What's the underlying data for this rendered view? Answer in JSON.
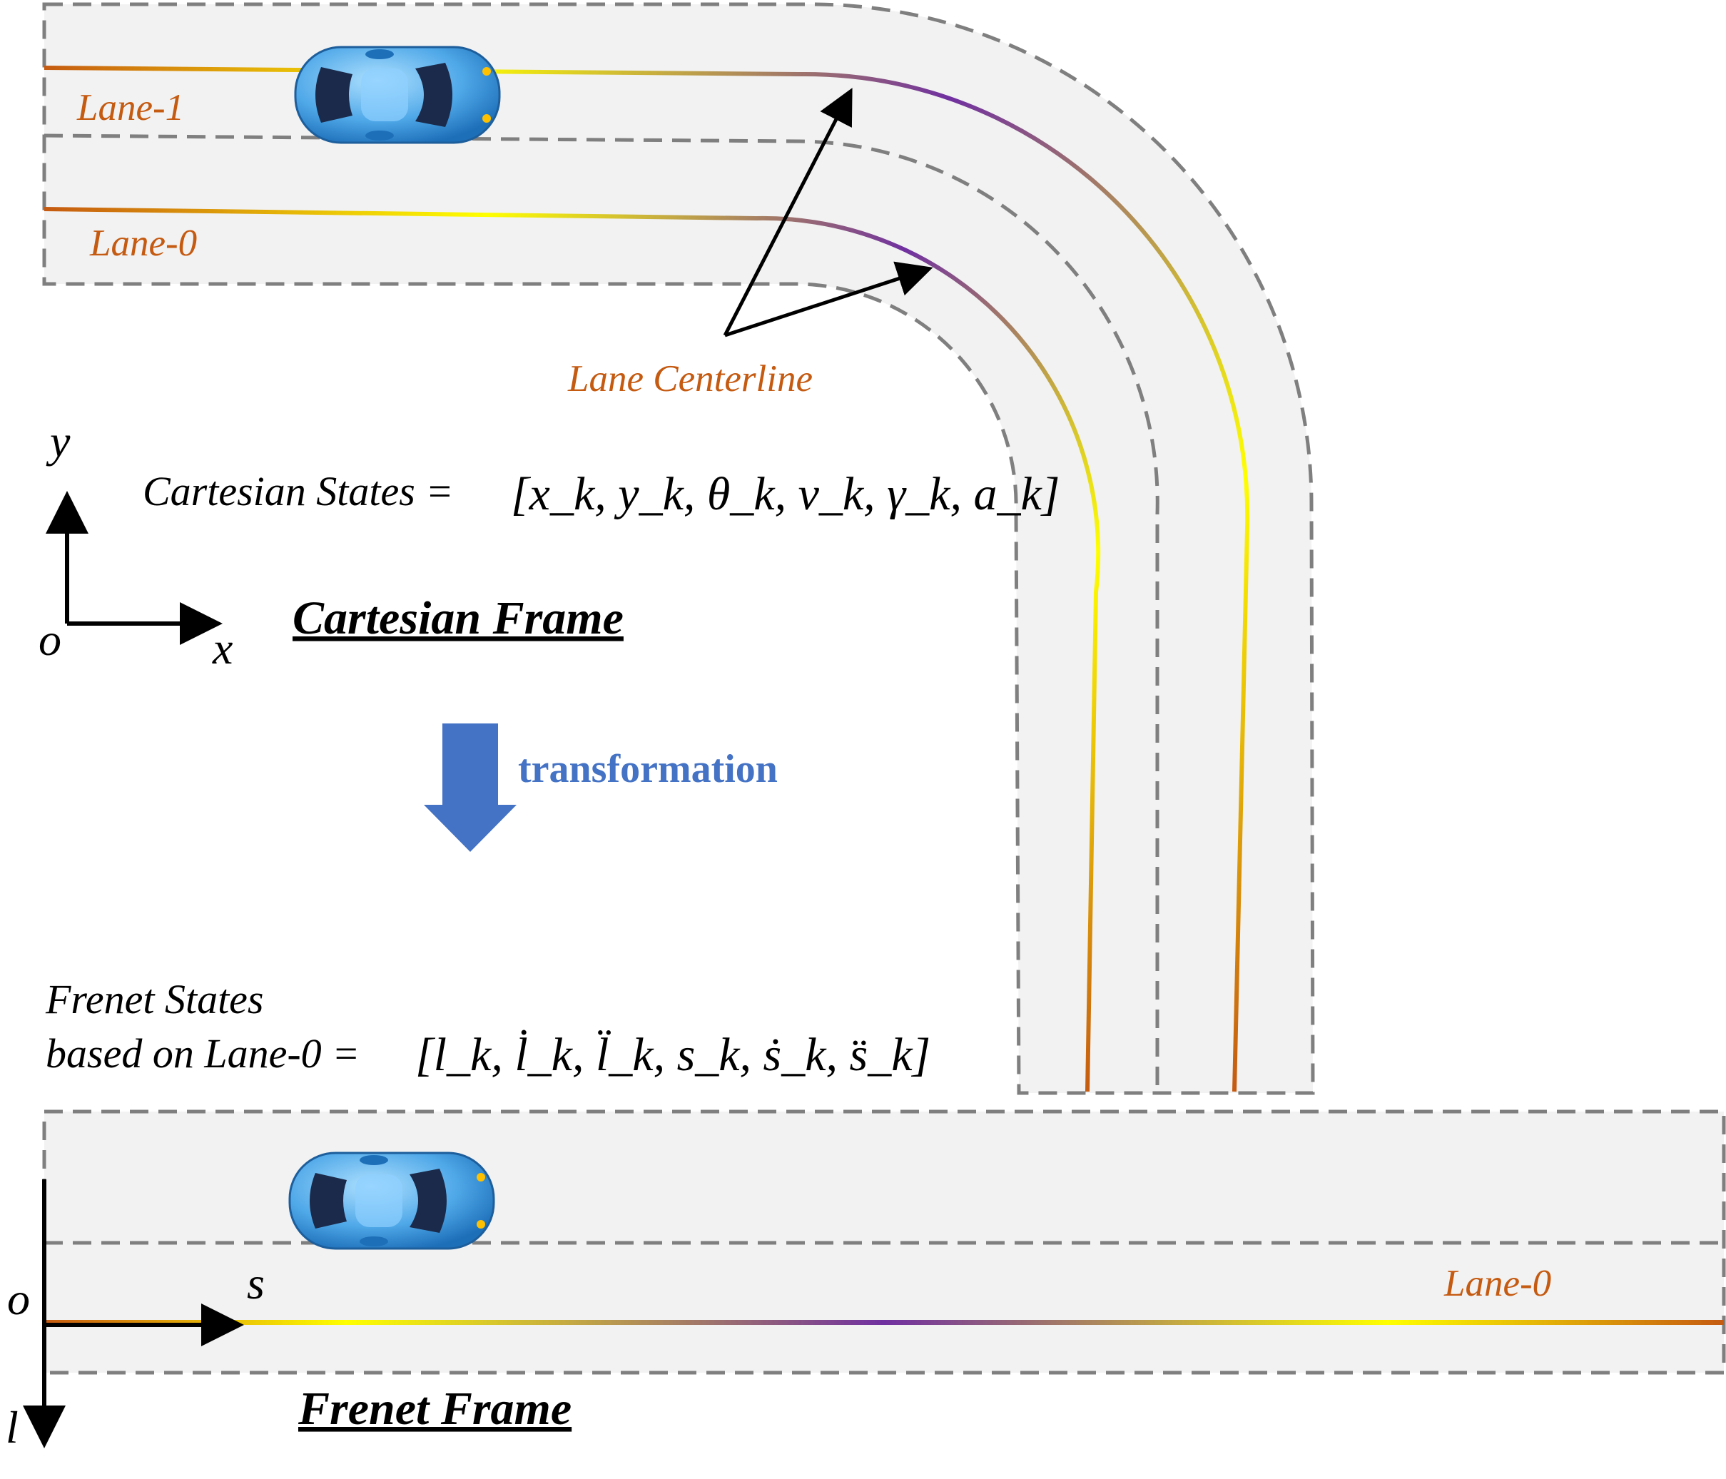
{
  "colors": {
    "road_fill": "#f2f2f2",
    "road_border": "#7f7f7f",
    "lane_label": "#c55a11",
    "transform_arrow": "#4472c4",
    "centerline_gradient": [
      "#c55a11",
      "#ffff00",
      "#7030a0",
      "#ffff00",
      "#c55a11"
    ],
    "car_body": "#4fa8e8"
  },
  "cartesian": {
    "lane1_label": "Lane-1",
    "lane0_label": "Lane-0",
    "centerline_label": "Lane Centerline",
    "axis_y": "y",
    "axis_x": "x",
    "axis_origin": "o",
    "states_label": "Cartesian States =",
    "states_vector": "[x_k, y_k, θ_k, v_k, γ_k, a_k]",
    "frame_title": "Cartesian Frame"
  },
  "transform": {
    "label": "transformation",
    "icon": "down-arrow-icon"
  },
  "frenet": {
    "states_line1": "Frenet States",
    "states_line2": "based on Lane-0 =",
    "states_vector": "[l_k, l̇_k, l̈_k, s_k, ṡ_k, s̈_k]",
    "axis_origin": "o",
    "axis_s": "s",
    "axis_l": "l",
    "lane0_label": "Lane-0",
    "frame_title": "Frenet Frame"
  }
}
